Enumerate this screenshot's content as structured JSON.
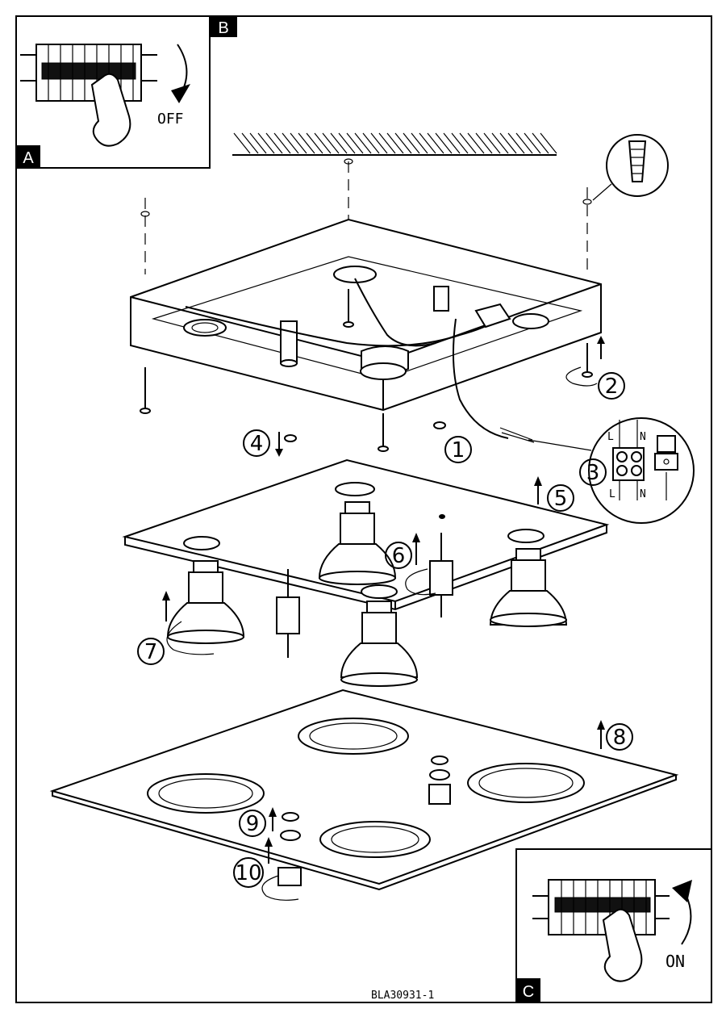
{
  "panels": {
    "a": {
      "tag": "A",
      "switch_label": "OFF"
    },
    "b": {
      "tag": "B"
    },
    "c": {
      "tag": "C",
      "switch_label": "ON"
    }
  },
  "steps": [
    "1",
    "2",
    "3",
    "4",
    "5",
    "6",
    "7",
    "8",
    "9",
    "10"
  ],
  "wiring": {
    "top_left": "L",
    "top_right": "N",
    "bottom_left": "L",
    "bottom_right": "N"
  },
  "doc_code": "BLA30931-1"
}
